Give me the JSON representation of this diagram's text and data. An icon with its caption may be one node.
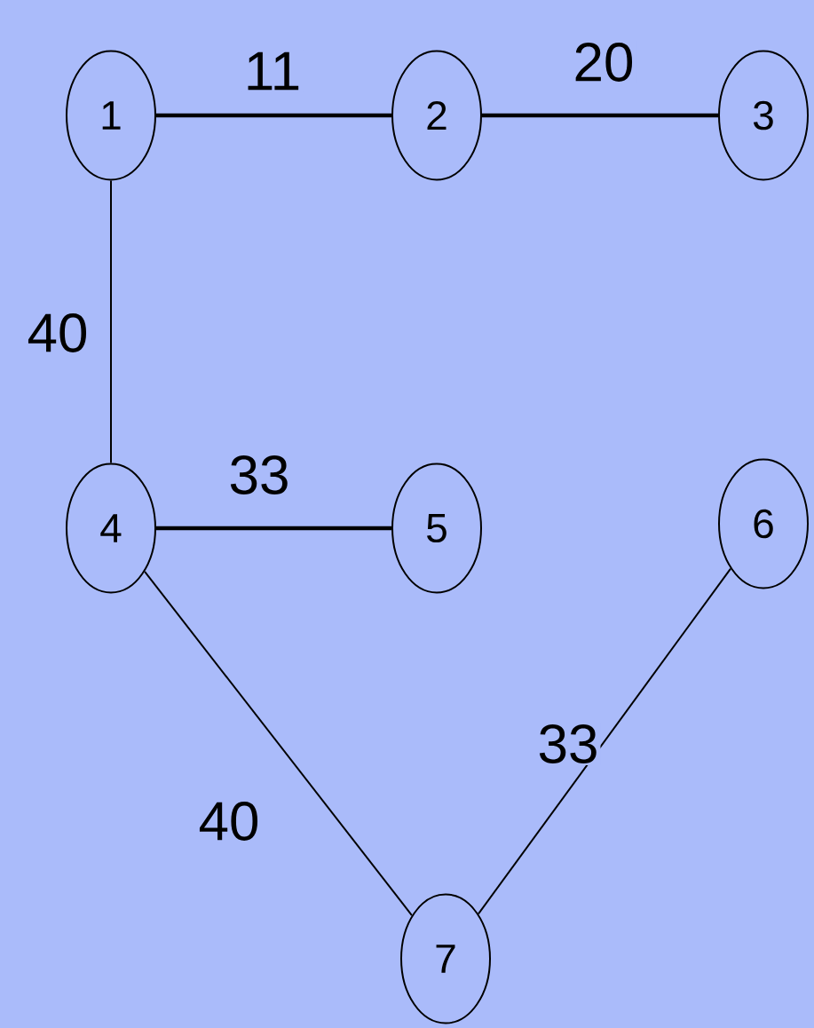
{
  "diagram": {
    "nodes": [
      {
        "text": [
          "1"
        ]
      },
      {
        "text": [
          "2"
        ]
      },
      {
        "text": [
          "3"
        ]
      },
      {
        "text": [
          "4"
        ]
      },
      {
        "text": [
          "5"
        ]
      },
      {
        "text": [
          "6"
        ]
      },
      {
        "text": [
          "7"
        ]
      }
    ],
    "edges": [
      {
        "from": 0,
        "to": 1,
        "arrow": "none",
        "label": "11",
        "style": "thick"
      },
      {
        "from": 1,
        "to": 2,
        "arrow": "none",
        "label": "20",
        "style": "thick"
      },
      {
        "from": 0,
        "to": 3,
        "arrow": "none",
        "label": "40"
      },
      {
        "from": 3,
        "to": 4,
        "arrow": "none",
        "label": "33",
        "style": "thick"
      },
      {
        "from": 3,
        "to": 6,
        "arrow": "none",
        "label": "40"
      },
      {
        "from": 5,
        "to": 6,
        "arrow": "none",
        "label": "33"
      }
    ]
  }
}
